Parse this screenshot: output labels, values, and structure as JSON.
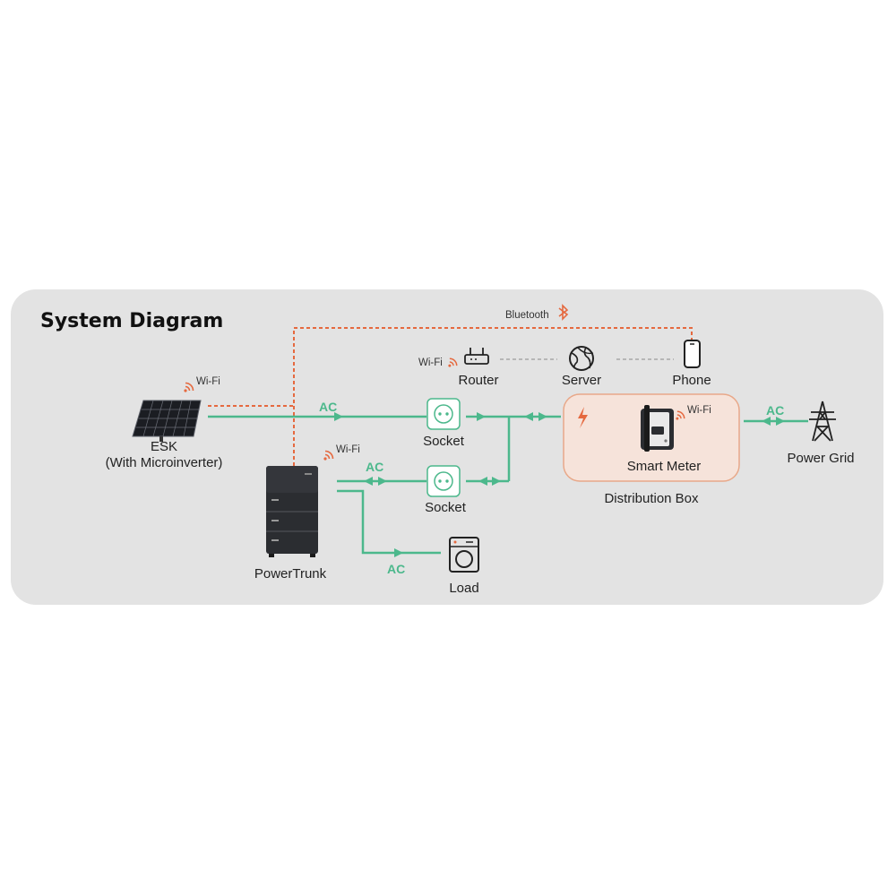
{
  "title": "System Diagram",
  "nodes": {
    "esk": {
      "label": "ESK",
      "sublabel": "(With Microinverter)",
      "wifi": "Wi-Fi"
    },
    "powertrunk": {
      "label": "PowerTrunk",
      "wifi": "Wi-Fi"
    },
    "socket_top": {
      "label": "Socket"
    },
    "socket_bottom": {
      "label": "Socket"
    },
    "load": {
      "label": "Load"
    },
    "router": {
      "label": "Router",
      "wifi": "Wi-Fi"
    },
    "server": {
      "label": "Server"
    },
    "phone": {
      "label": "Phone"
    },
    "smart_meter": {
      "label": "Smart Meter",
      "wifi": "Wi-Fi"
    },
    "distribution_box": {
      "label": "Distribution Box"
    },
    "power_grid": {
      "label": "Power Grid"
    }
  },
  "connections": {
    "bluetooth_label": "Bluetooth",
    "ac_esk_socket": "AC",
    "ac_powertrunk_socket": "AC",
    "ac_powertrunk_load": "AC",
    "ac_box_grid": "AC"
  },
  "colors": {
    "ac_line": "#4cb88c",
    "wireless_line": "#e5693f",
    "network_line": "#a8a8a8",
    "distribution_box_fill": "#f6e3da",
    "distribution_box_border": "#e8a889"
  }
}
